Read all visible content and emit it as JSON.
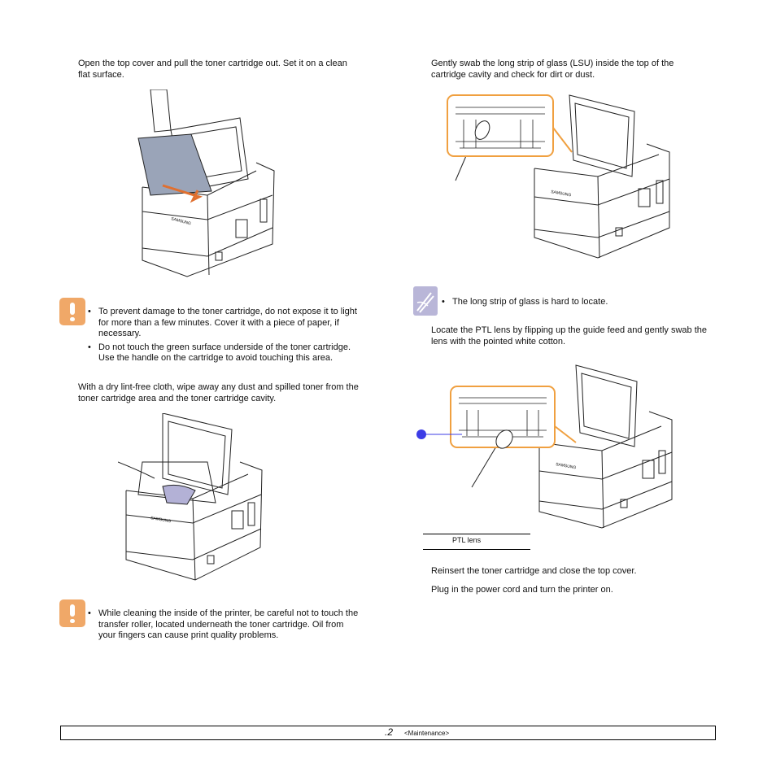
{
  "left": {
    "step1": "Open the top cover and pull the toner cartridge out. Set it on a clean flat surface.",
    "caution1": [
      "To prevent damage to the toner cartridge, do not expose it to light for more than a few minutes. Cover it with a piece of paper, if necessary.",
      "Do not touch the green surface underside of the toner cartridge. Use the handle on the cartridge to avoid touching this area."
    ],
    "step2": "With a dry lint-free cloth, wipe away any dust and spilled toner from the toner cartridge area and the toner cartridge cavity.",
    "caution2": [
      "While cleaning the inside of the printer, be careful not to touch the transfer roller, located underneath the toner cartridge. Oil from your fingers can cause print quality problems."
    ]
  },
  "right": {
    "step3": "Gently swab the long strip of glass (LSU) inside the top of the cartridge cavity and check for dirt or dust.",
    "note1": "The long strip of glass is hard to locate.",
    "step4": "Locate the PTL lens by flipping up the guide feed and gently swab the lens with the pointed white cotton.",
    "legend_label": "PTL lens",
    "step5": "Reinsert the toner cartridge and close the top cover.",
    "step6": "Plug in the power cord and turn the printer on."
  },
  "footer": {
    "page_number": ".2",
    "section": "<Maintenance>"
  },
  "colors": {
    "caution_icon": "#f0a868",
    "note_icon": "#b9b6d8",
    "callout_border": "#f0a040",
    "callout_marker": "#3c3ce6"
  }
}
